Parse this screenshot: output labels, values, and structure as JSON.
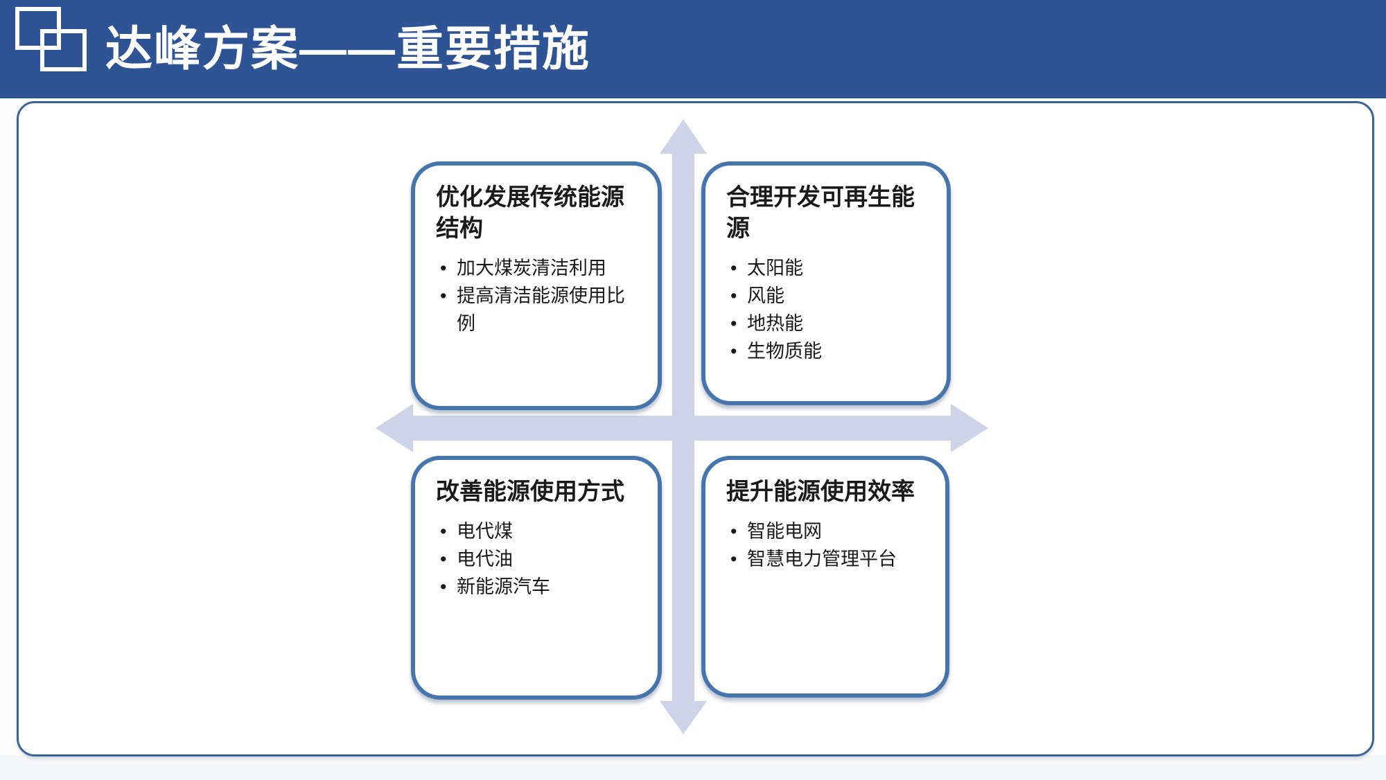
{
  "slide": {
    "title": "达峰方案——重要措施"
  },
  "icons": {
    "logo": "overlapping-squares",
    "vertical_axis": "double-headed-arrow-vertical",
    "horizontal_axis": "double-headed-arrow-horizontal"
  },
  "colors": {
    "header_bg": "#2F5496",
    "panel_border": "#3A6396",
    "box_border": "#4674AC",
    "arrow_fill": "#CDD4E8",
    "title_color": "#FFFFFF",
    "text_color": "#1A1A1A"
  },
  "quadrants": [
    {
      "position": "top-left",
      "title": "优化发展传统能源结构",
      "bullets": [
        "加大煤炭清洁利用",
        "提高清洁能源使用比例"
      ]
    },
    {
      "position": "top-right",
      "title": "合理开发可再生能源",
      "bullets": [
        "太阳能",
        "风能",
        "地热能",
        "生物质能"
      ]
    },
    {
      "position": "bottom-left",
      "title": "改善能源使用方式",
      "bullets": [
        "电代煤",
        "电代油",
        "新能源汽车"
      ]
    },
    {
      "position": "bottom-right",
      "title": "提升能源使用效率",
      "bullets": [
        "智能电网",
        "智慧电力管理平台"
      ]
    }
  ]
}
